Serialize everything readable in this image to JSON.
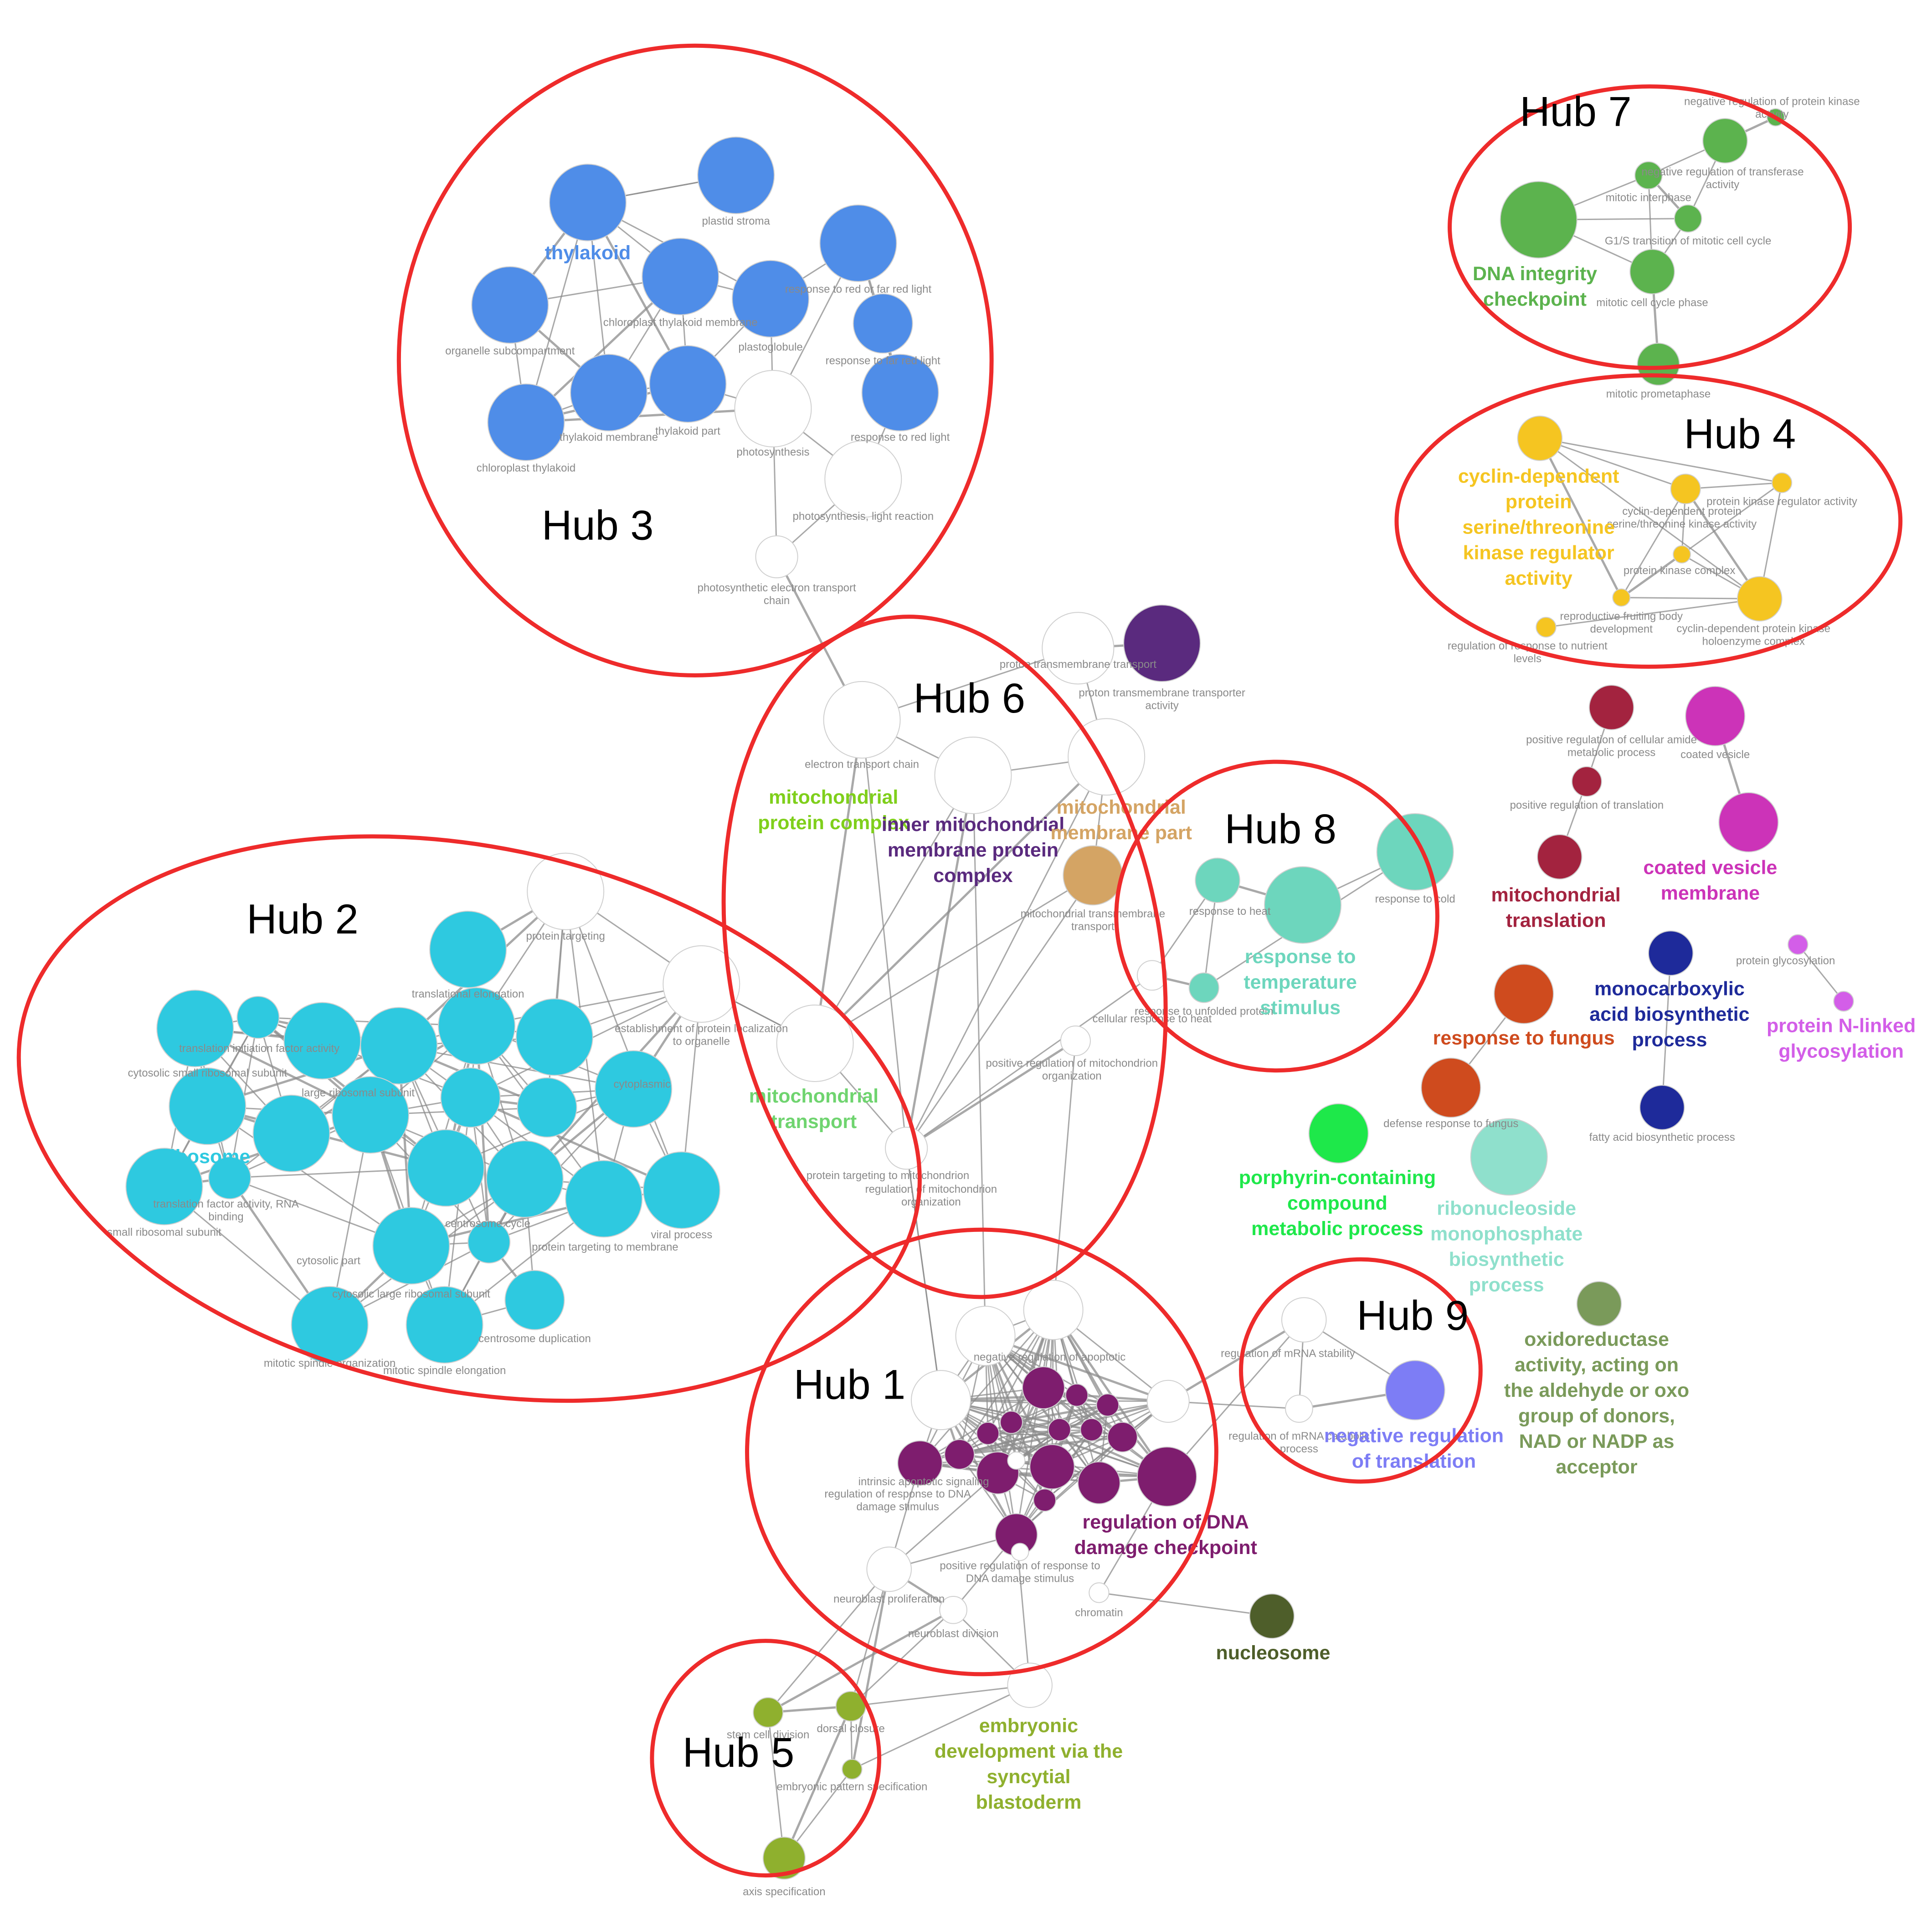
{
  "hubs": [
    {
      "id": "h1",
      "label": "Hub 1"
    },
    {
      "id": "h2",
      "label": "Hub 2"
    },
    {
      "id": "h3",
      "label": "Hub 3"
    },
    {
      "id": "h4",
      "label": "Hub 4"
    },
    {
      "id": "h5",
      "label": "Hub 5"
    },
    {
      "id": "h6",
      "label": "Hub 6"
    },
    {
      "id": "h7",
      "label": "Hub 7"
    },
    {
      "id": "h8",
      "label": "Hub 8"
    },
    {
      "id": "h9",
      "label": "Hub 9"
    }
  ],
  "clusters": [
    {
      "id": "thylakoid",
      "text": [
        "thylakoid"
      ],
      "color": "#4f8de8"
    },
    {
      "id": "ribosome",
      "text": [
        "ribosome"
      ],
      "color": "#2ec9e0"
    },
    {
      "id": "dna-integrity",
      "text": [
        "DNA integrity",
        "checkpoint"
      ],
      "color": "#5cb34e"
    },
    {
      "id": "cdk-regulator",
      "text": [
        "cyclin-dependent",
        "protein",
        "serine/threonine",
        "kinase regulator",
        "activity"
      ],
      "color": "#f5c521"
    },
    {
      "id": "mito-protein-complex",
      "text": [
        "mitochondrial",
        "protein complex"
      ],
      "color": "#7fcf1b"
    },
    {
      "id": "inner-mito-complex",
      "text": [
        "inner mitochondrial",
        "membrane protein",
        "complex"
      ],
      "color": "#5a2a7e"
    },
    {
      "id": "mito-membrane-part",
      "text": [
        "mitochondrial",
        "membrane part"
      ],
      "color": "#d4a464"
    },
    {
      "id": "mito-transport",
      "text": [
        "mitochondrial",
        "transport"
      ],
      "color": "#6fd46f"
    },
    {
      "id": "temp-stimulus",
      "text": [
        "response to",
        "temperature",
        "stimulus"
      ],
      "color": "#6dd6bd"
    },
    {
      "id": "mito-translation",
      "text": [
        "mitochondrial",
        "translation"
      ],
      "color": "#a3233f"
    },
    {
      "id": "coated-vesicle-membrane",
      "text": [
        "coated vesicle",
        "membrane"
      ],
      "color": "#cc33b8"
    },
    {
      "id": "response-fungus",
      "text": [
        "response to fungus"
      ],
      "color": "#cf4b1e"
    },
    {
      "id": "monocarboxylic",
      "text": [
        "monocarboxylic",
        "acid biosynthetic",
        "process"
      ],
      "color": "#1e2a9a"
    },
    {
      "id": "n-linked",
      "text": [
        "protein N-linked",
        "glycosylation"
      ],
      "color": "#d35ee8"
    },
    {
      "id": "porphyrin",
      "text": [
        "porphyrin-containing",
        "compound",
        "metabolic process"
      ],
      "color": "#1ee84a"
    },
    {
      "id": "ribonucleoside",
      "text": [
        "ribonucleoside",
        "monophosphate",
        "biosynthetic",
        "process"
      ],
      "color": "#8fe0cc"
    },
    {
      "id": "oxidoreductase",
      "text": [
        "oxidoreductase",
        "activity, acting on",
        "the aldehyde or oxo",
        "group of donors,",
        "NAD or NADP as",
        "acceptor"
      ],
      "color": "#7a9a5a"
    },
    {
      "id": "neg-reg-translation",
      "text": [
        "negative regulation",
        "of translation"
      ],
      "color": "#7d7df5"
    },
    {
      "id": "dna-damage-checkpoint",
      "text": [
        "regulation of DNA",
        "damage checkpoint"
      ],
      "color": "#7e1d6e"
    },
    {
      "id": "nucleosome",
      "text": [
        "nucleosome"
      ],
      "color": "#4e5e2a"
    },
    {
      "id": "syncytial",
      "text": [
        "embryonic",
        "development via the",
        "syncytial",
        "blastoderm"
      ],
      "color": "#8fb02e"
    }
  ],
  "node_labels": {
    "plastid_stroma": "plastid stroma",
    "organelle_subcompartment": "organelle subcompartment",
    "chloroplast_thylakoid_membrane": "chloroplast thylakoid membrane",
    "response_to_red_or_far_red_light": "response to red or far red light",
    "plastoglobule": "plastoglobule",
    "response_to_far_red_light": "response to far red light",
    "thylakoid_membrane": "thylakoid membrane",
    "thylakoid_part": "thylakoid part",
    "chloroplast_thylakoid": "chloroplast thylakoid",
    "photosynthesis": "photosynthesis",
    "response_to_red_light": "response to red light",
    "photosynthesis_light_reaction": "photosynthesis, light reaction",
    "photosynthetic_electron_transport_chain": [
      "photosynthetic electron transport",
      "chain"
    ],
    "neg_reg_protein_kinase_activity": [
      "negative regulation of protein kinase",
      "activity"
    ],
    "neg_reg_transferase_activity": [
      "negative regulation of transferase",
      "activity"
    ],
    "mitotic_interphase": "mitotic interphase",
    "g1s_transition": "G1/S transition of mitotic cell cycle",
    "mitotic_cell_cycle_phase": "mitotic cell cycle phase",
    "mitotic_prometaphase": "mitotic prometaphase",
    "protein_kinase_regulator_activity": "protein kinase regulator activity",
    "cdk_protein_serine_threonine_kinase_activity": [
      "cyclin-dependent protein",
      "serine/threonine kinase activity"
    ],
    "protein_kinase_complex": "protein kinase complex",
    "reproductive_fruiting_body_development": [
      "reproductive fruiting body",
      "development"
    ],
    "cdk_holoenzyme_complex": [
      "cyclin-dependent protein kinase",
      "holoenzyme complex"
    ],
    "regulation_of_response_to_nutrient_levels": [
      "regulation of response to nutrient",
      "levels"
    ],
    "proton_transmembrane_transport": "proton transmembrane transport",
    "proton_transmembrane_transporter_activity": [
      "proton transmembrane transporter",
      "activity"
    ],
    "electron_transport_chain": "electron transport chain",
    "mitochondrial_transmembrane_transport": [
      "mitochondrial transmembrane",
      "transport"
    ],
    "positive_reg_cellular_amide_metabolic_process": [
      "positive regulation of cellular amide",
      "metabolic process"
    ],
    "coated_vesicle": "coated vesicle",
    "positive_reg_translation": "positive regulation of translation",
    "response_to_heat": "response to heat",
    "response_to_cold": "response to cold",
    "response_to_unfolded_protein": "response to unfolded protein",
    "cellular_response_to_heat": "cellular response to heat",
    "protein_targeting": "protein targeting",
    "establishment_of_protein_localization_to_organelle": [
      "establishment of protein localization",
      "to organelle"
    ],
    "translation_initiation_factor_activity": "translation initiation factor activity",
    "cytosolic_small_ribosomal_subunit": "cytosolic small ribosomal subunit",
    "large_ribosomal_subunit": "large ribosomal subunit",
    "cytoplasmic": "cytoplasmic",
    "translational_elongation": "translational elongation",
    "small_ribosomal_subunit": "small ribosomal subunit",
    "translation_factor_activity_rna_binding": [
      "translation factor activity, RNA",
      "binding"
    ],
    "cytosolic_part": "cytosolic part",
    "centrosome_cycle": "centrosome cycle",
    "protein_targeting_to_membrane": "protein targeting to membrane",
    "viral_process": "viral process",
    "cytosolic_large_ribosomal_subunit": "cytosolic large ribosomal subunit",
    "centrosome_duplication": "centrosome duplication",
    "mitotic_spindle_organization": "mitotic spindle organization",
    "mitotic_spindle_elongation": "mitotic spindle elongation",
    "positive_reg_mitochondrion_organization": [
      "positive regulation of mitochondrion",
      "organization"
    ],
    "protein_targeting_to_mitochondrion": "protein targeting to mitochondrion",
    "regulation_of_mitochondrion_organization": [
      "regulation of mitochondrion",
      "organization"
    ],
    "monocarboxylic_acid_biosynthesis_fatty": "fatty acid biosynthetic process",
    "protein_glycosylation": "protein glycosylation",
    "defense_response_to_fungus": "defense response to fungus",
    "regulation_of_mrna_stability": "regulation of mRNA stability",
    "regulation_of_mrna_catabolic": [
      "regulation of mRNA catabolic",
      "process"
    ],
    "neg_reg_apoptotic": "negative regulation of apoptotic",
    "regulation_of_response_to_dna_damage_stimulus": [
      "regulation of response to DNA",
      "damage stimulus"
    ],
    "intrinsic_apoptotic_signaling": "intrinsic apoptotic signaling",
    "positive_reg_response_to_dna_damage": [
      "positive regulation of response to",
      "DNA damage stimulus"
    ],
    "neuroblast_proliferation": "neuroblast proliferation",
    "neuroblast_division": "neuroblast division",
    "chromatin": "chromatin",
    "stem_cell_division": "stem cell division",
    "dorsal_closure": "dorsal closure",
    "embryonic_pattern_specification": "embryonic pattern specification",
    "axis_specification": "axis specification"
  },
  "colors": {
    "hub_outline": "#ee2b2b",
    "edge": "#8c8c8c",
    "unassigned_node": "#ffffff",
    "small_label": "#8a8a8a"
  }
}
